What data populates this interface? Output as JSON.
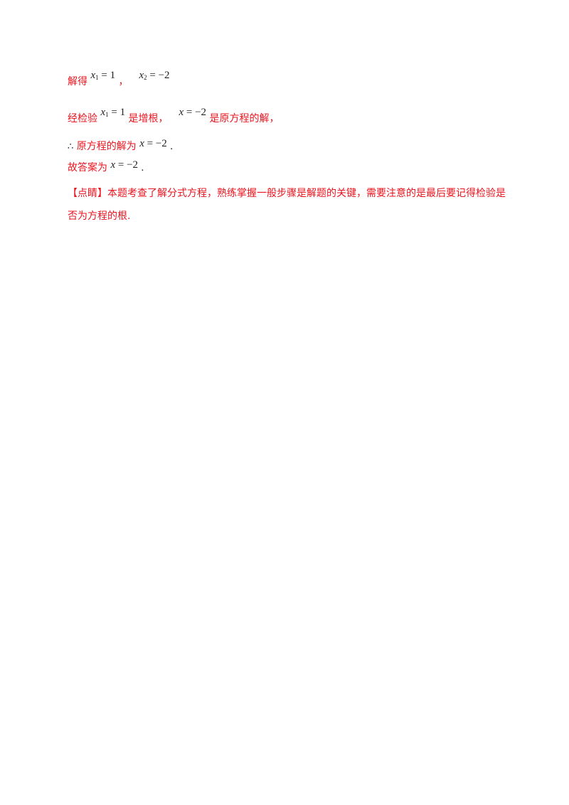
{
  "lines": {
    "line1": {
      "prefix": "解得",
      "sep": "，",
      "m1": {
        "var": "x",
        "sub": "1",
        "rhs": " = 1"
      },
      "m2": {
        "var": "x",
        "sub": "2",
        "rhs": " = −2"
      }
    },
    "line2": {
      "prefix": "经检验",
      "m1": {
        "var": "x",
        "sub": "1",
        "rhs": " = 1"
      },
      "mid": "是增根，",
      "m2": {
        "var": "x",
        "rhs": " = −2"
      },
      "suffix": "是原方程的解，"
    },
    "line3": {
      "therefore": "∴",
      "text": "原方程的解为",
      "m": {
        "var": "x",
        "rhs": " = −2"
      },
      "end": "."
    },
    "line4": {
      "text": "故答案为",
      "m": {
        "var": "x",
        "rhs": " = −2"
      },
      "end": "."
    }
  },
  "comment": {
    "text": "【点睛】本题考查了解分式方程，熟练掌握一般步骤是解题的关键，需要注意的是最后要记得检验是否为方程的根."
  }
}
